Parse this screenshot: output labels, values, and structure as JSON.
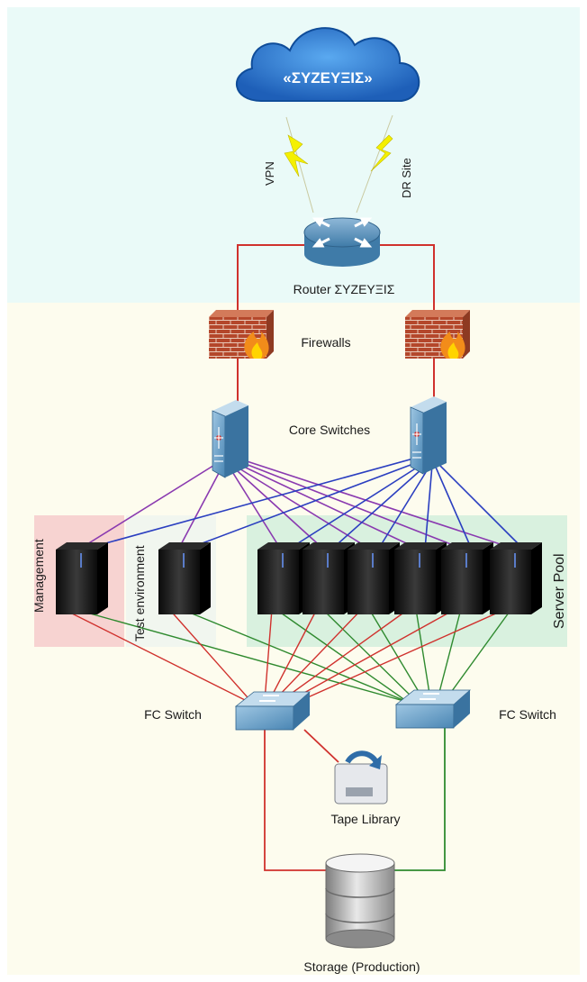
{
  "cloud": {
    "label": "«ΣΥΖΕΥΞΙΣ»"
  },
  "links": {
    "vpn": "VPN",
    "dr": "DR Site"
  },
  "router": {
    "label": "Router ΣΥΖΕΥΞΙΣ"
  },
  "firewalls": {
    "label": "Firewalls"
  },
  "core": {
    "label": "Core Switches"
  },
  "zones": {
    "management": "Management",
    "test": "Test environment",
    "pool": "Server Pool"
  },
  "fc": {
    "left": "FC Switch",
    "right": "FC Switch"
  },
  "tape": {
    "label": "Tape Library"
  },
  "storage": {
    "label": "Storage (Production)"
  },
  "colors": {
    "wan_zone": "#eafaf8",
    "lan_zone": "#fdfcee",
    "management_zone": "#f7d3d1",
    "pool_zone": "#d9f1df",
    "red_link": "#d0312d",
    "purple_link": "#8a3ab0",
    "blue_link": "#2b3fc0",
    "green_link": "#2f8a2f"
  }
}
